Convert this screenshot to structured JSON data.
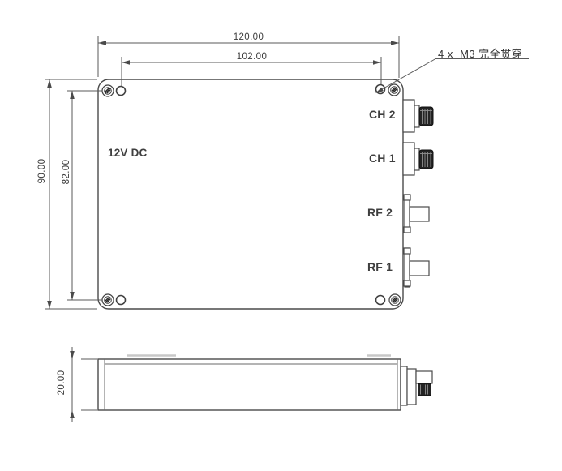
{
  "drawing": {
    "top_view": {
      "dim_width": "120.00",
      "dim_hole_spacing_x": "102.00",
      "dim_height": "90.00",
      "dim_hole_spacing_y": "82.00",
      "hole_note": "4 x  M3 完全贯穿",
      "power_label": "12V DC",
      "port_labels": {
        "ch2": "CH 2",
        "ch1": "CH 1",
        "rf2": "RF 2",
        "rf1": "RF 1"
      }
    },
    "side_view": {
      "dim_height": "20.00"
    },
    "colors": {
      "outline": "#4a4a4a",
      "dimension_line": "#5a5a5a",
      "text": "#3a3a3a",
      "knurl_dark": "#242424",
      "faint_hidden_line": "#c8c8c8",
      "background": "#ffffff"
    }
  }
}
